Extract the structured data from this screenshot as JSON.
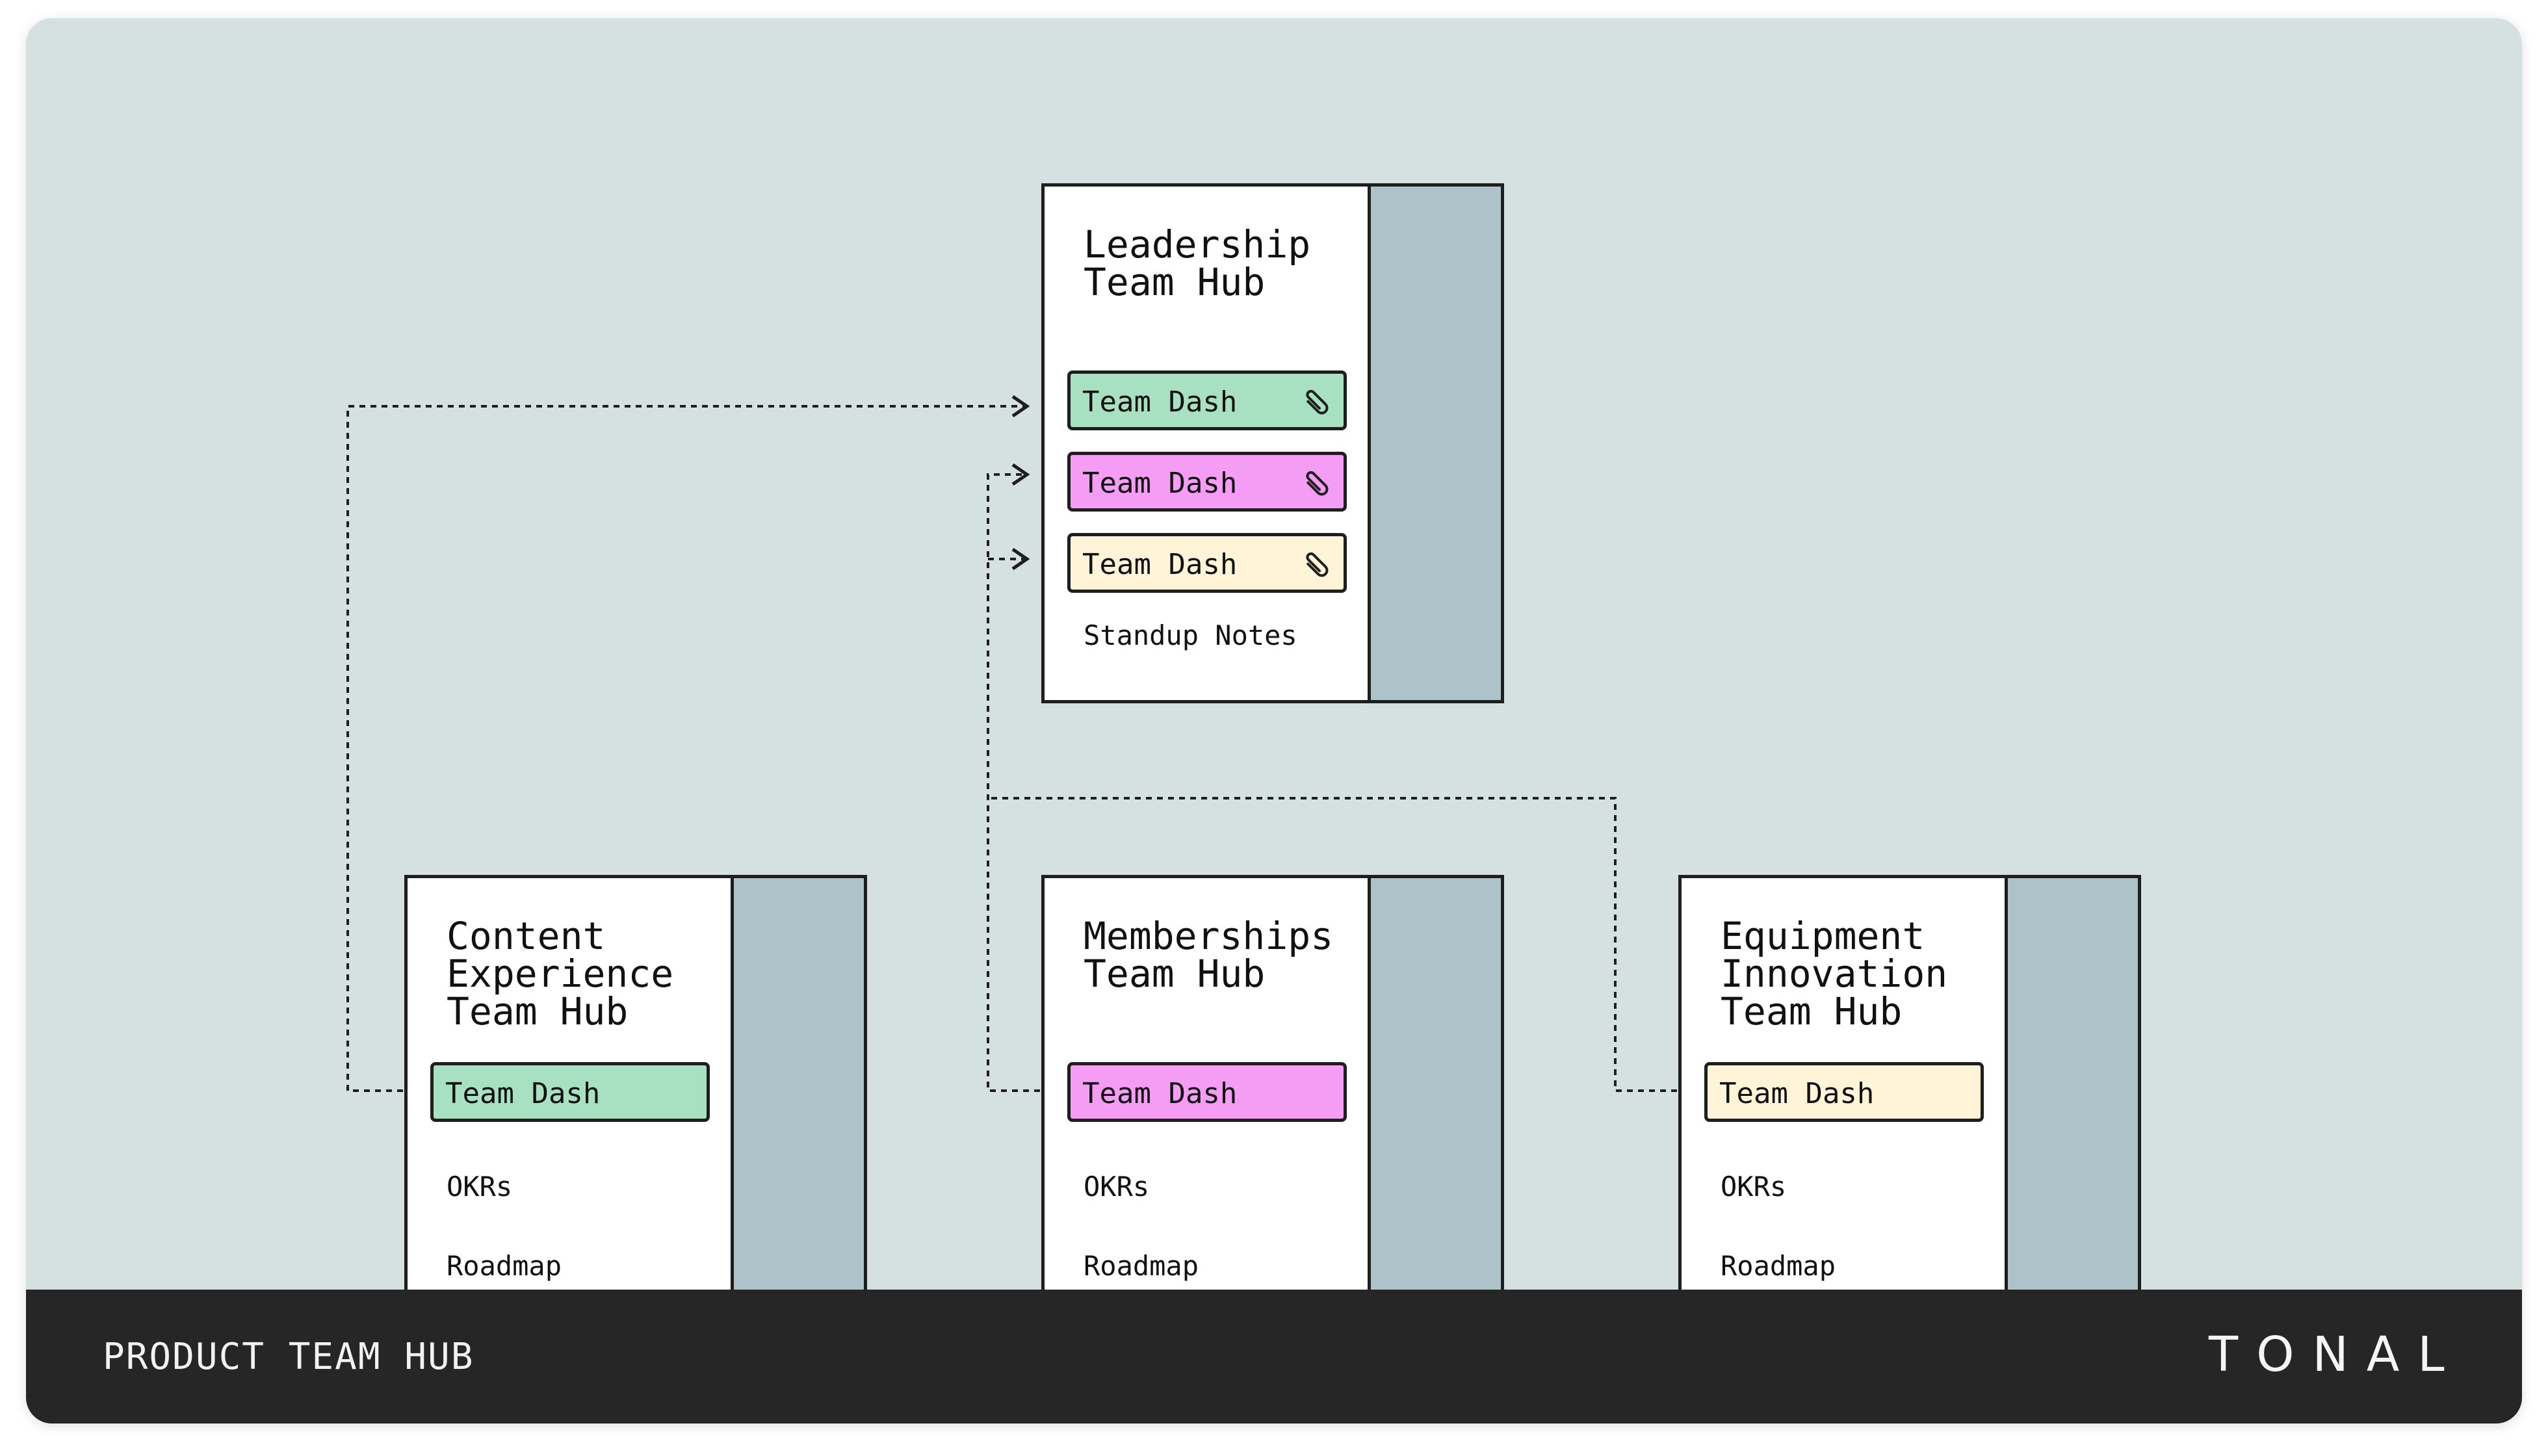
{
  "colors": {
    "background": "#d5e1e1",
    "sidebar": "#aec3c9",
    "dash_green": "#a7e1c1",
    "dash_pink": "#f59df4",
    "dash_cream": "#fff4d8",
    "footer": "#262626"
  },
  "leadership": {
    "title": "Leadership\nTeam Hub",
    "dashes": [
      {
        "label": "Team Dash",
        "icon": "paperclip-icon"
      },
      {
        "label": "Team Dash",
        "icon": "paperclip-icon"
      },
      {
        "label": "Team Dash",
        "icon": "paperclip-icon"
      }
    ],
    "notes": "Standup Notes"
  },
  "content": {
    "title": "Content\nExperience\nTeam Hub",
    "dash": "Team Dash",
    "okrs": "OKRs",
    "roadmap": "Roadmap"
  },
  "memberships": {
    "title": "Memberships\nTeam Hub",
    "dash": "Team Dash",
    "okrs": "OKRs",
    "roadmap": "Roadmap"
  },
  "equipment": {
    "title": "Equipment\nInnovation\nTeam Hub",
    "dash": "Team Dash",
    "okrs": "OKRs",
    "roadmap": "Roadmap"
  },
  "footer": {
    "title": "PRODUCT TEAM HUB",
    "logo": "TONAL"
  }
}
